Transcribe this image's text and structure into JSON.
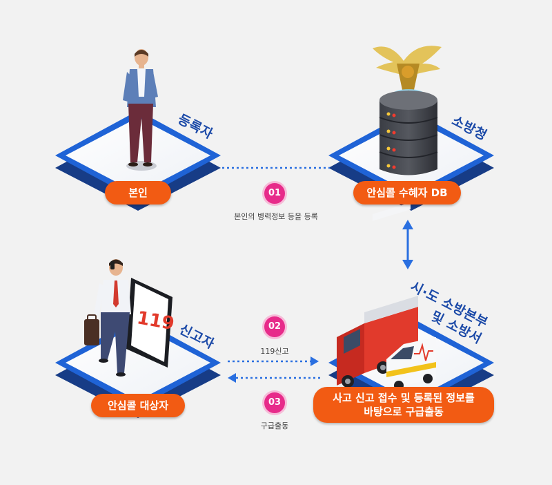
{
  "nodes": {
    "registrant": {
      "side_label": "등록자",
      "pill": "본인"
    },
    "fire_agency": {
      "side_label": "소방청",
      "pill": "안심콜 수혜자 DB"
    },
    "reporter": {
      "side_label": "신고자",
      "pill": "안심콜 대상자"
    },
    "fire_hq": {
      "side_label_line1": "시·도 소방본부",
      "side_label_line2": "및 소방서",
      "pill_line1": "사고 신고 접수 및 등록된 정보를",
      "pill_line2": "바탕으로 구급출동"
    }
  },
  "steps": [
    {
      "num": "01",
      "caption": "본인의 병력정보 등을 등록"
    },
    {
      "num": "02",
      "caption": "119신고"
    },
    {
      "num": "03",
      "caption": "구급출동"
    }
  ],
  "phone_screen_text": "119",
  "colors": {
    "background": "#f2f2f2",
    "platform_blue": "#1f63d6",
    "label_blue": "#1c4aa8",
    "pill_orange": "#f25b13",
    "step_pink": "#e72b8a",
    "connector_blue": "#2a6fe0"
  }
}
